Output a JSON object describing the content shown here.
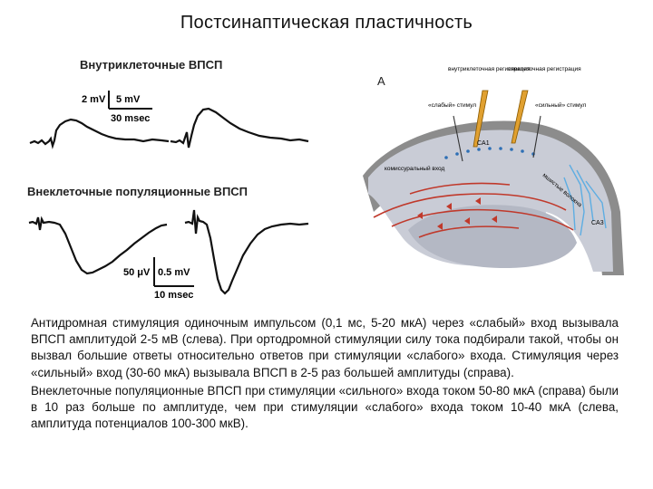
{
  "title": "Постсинаптическая пластичность",
  "left_panel": {
    "intracellular_label": "Внутриклеточные ВПСП",
    "scale_mv_small": "2 mV",
    "scale_mv_large": "5 mV",
    "scale_time_top": "30 msec",
    "extracellular_label": "Внеклеточные популяционные ВПСП",
    "scale_uv": "50 μV",
    "scale_mv_bottom": "0.5 mV",
    "scale_time_bottom": "10 msec"
  },
  "right_panel": {
    "panel_letter": "A",
    "intracellular_recording": "внутриклеточная регистрация",
    "extracellular_recording": "внеклеточная регистрация",
    "weak_stimulus": "«слабый» стимул",
    "strong_stimulus": "«сильный» стимул",
    "ca1_label": "CA1",
    "commissural_input": "комиссуральный вход",
    "mossy_fibers": "мшистые волокна",
    "ca3_label": "CA3"
  },
  "paragraphs": [
    "Антидромная стимуляция одиночным импульсом (0,1 мс, 5-20 мкА) через «слабый» вход вызывала ВПСП амплитудой 2-5 мВ (слева). При ортодромной стимуляции силу тока подбирали такой, чтобы он вызвал большие ответы относительно ответов при стимуляции «слабого» входа. Стимуляция через «сильный» вход (30-60 мкА) вызывала ВПСП в 2-5 раз большей амплитуды (справа).",
    "Внеклеточные популяционные ВПСП при стимуляции «сильного» входа током 50-80 мкА (справа) были в 10 раз больше по амплитуде, чем при стимуляции «слабого» входа током 10-40 мкА (слева, амплитуда потенциалов 100-300 мкВ)."
  ],
  "colors": {
    "tissue_outer": "#8c8c8c",
    "tissue_inner": "#c9ccd6",
    "pyramidal": "#c0392b",
    "ca3_cells": "#5dade2",
    "electrode": "#e0a030"
  }
}
